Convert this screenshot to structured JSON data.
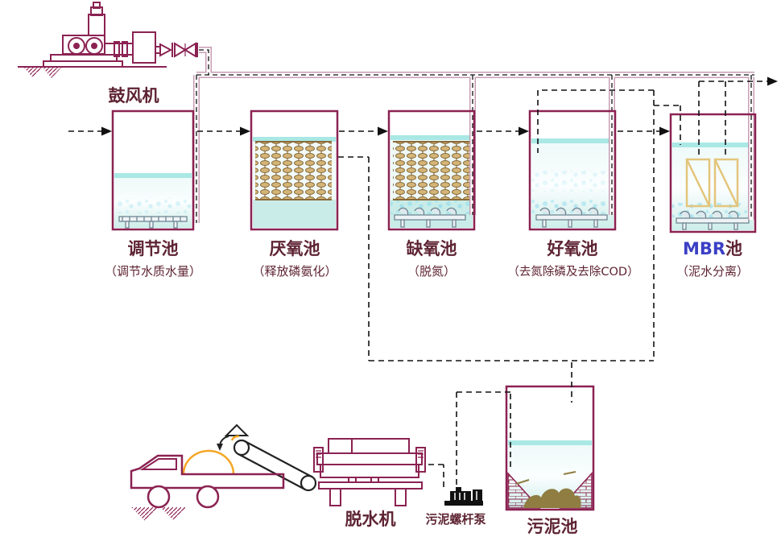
{
  "diagram": {
    "blower": {
      "label": "鼓风机"
    },
    "tanks": [
      {
        "label": "调节池",
        "caption": "（调节水质水量）"
      },
      {
        "label": "厌氧池",
        "caption": "（释放磷氨化）"
      },
      {
        "label": "缺氧池",
        "caption": "（脱氮）"
      },
      {
        "label": "好氧池",
        "caption": "（去氮除磷及去除COD）"
      },
      {
        "label_latin": "MBR",
        "label_cjk": "池",
        "caption": "（泥水分离）"
      }
    ],
    "sludge_tank": {
      "label": "污泥池"
    },
    "dewatering_machine": {
      "label": "脱水机"
    },
    "screw_pump": {
      "label": "污泥螺杆泵"
    },
    "colors": {
      "outline": "#8b2252",
      "label_text": "#5e2433",
      "mbr_blue": "#3b3fc4",
      "water_band": "#a9e8e5",
      "media": "#8a6a3a",
      "membrane": "#e3c57c",
      "sludge": "#8f7d42",
      "mound_orange": "#f5a623",
      "duct_pink": "#c79cb3",
      "flow_dash": "#111111"
    }
  }
}
